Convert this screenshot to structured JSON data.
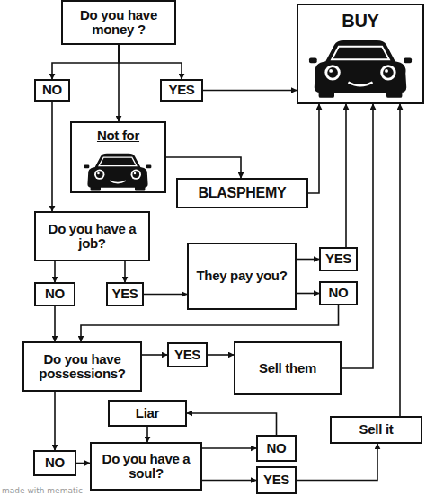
{
  "diagram": {
    "nodes": [
      {
        "text": [
          "Do you have money ?"
        ]
      },
      {
        "text": [
          "BUY"
        ]
      },
      {
        "text": [
          "NO"
        ]
      },
      {
        "text": [
          "YES"
        ]
      },
      {
        "text": [
          "Not for"
        ]
      },
      {
        "text": [
          "BLASPHEMY"
        ]
      },
      {
        "text": [
          "Do you have a job?"
        ]
      },
      {
        "text": [
          "NO"
        ]
      },
      {
        "text": [
          "YES"
        ]
      },
      {
        "text": [
          "They pay you?"
        ]
      },
      {
        "text": [
          "YES"
        ]
      },
      {
        "text": [
          "NO"
        ]
      },
      {
        "text": [
          "Do you have possessions?"
        ]
      },
      {
        "text": [
          "YES"
        ]
      },
      {
        "text": [
          "Sell them"
        ]
      },
      {
        "text": [
          "Liar"
        ]
      },
      {
        "text": [
          "Sell it"
        ]
      },
      {
        "text": [
          "NO"
        ]
      },
      {
        "text": [
          "Do you have a soul?"
        ]
      },
      {
        "text": [
          "NO"
        ]
      },
      {
        "text": [
          "YES"
        ]
      }
    ],
    "edges": [
      {
        "from": 0,
        "to": 2,
        "arrow": "to"
      },
      {
        "from": 0,
        "to": 3,
        "arrow": "to"
      },
      {
        "from": 0,
        "to": 4,
        "arrow": "to"
      },
      {
        "from": 3,
        "to": 1,
        "arrow": "to"
      },
      {
        "from": 4,
        "to": 5,
        "arrow": "to"
      },
      {
        "from": 5,
        "to": 1,
        "arrow": "to"
      },
      {
        "from": 2,
        "to": 6,
        "arrow": "to"
      },
      {
        "from": 6,
        "to": 7,
        "arrow": "to"
      },
      {
        "from": 6,
        "to": 8,
        "arrow": "to"
      },
      {
        "from": 8,
        "to": 9,
        "arrow": "to"
      },
      {
        "from": 9,
        "to": 10,
        "arrow": "to"
      },
      {
        "from": 9,
        "to": 11,
        "arrow": "to"
      },
      {
        "from": 10,
        "to": 1,
        "arrow": "to"
      },
      {
        "from": 7,
        "to": 12,
        "arrow": "to"
      },
      {
        "from": 11,
        "to": 12,
        "arrow": "to"
      },
      {
        "from": 12,
        "to": 13,
        "arrow": "to"
      },
      {
        "from": 13,
        "to": 14,
        "arrow": "to"
      },
      {
        "from": 14,
        "to": 1,
        "arrow": "to"
      },
      {
        "from": 12,
        "to": 17,
        "arrow": "to"
      },
      {
        "from": 17,
        "to": 18,
        "arrow": "to"
      },
      {
        "from": 18,
        "to": 19,
        "arrow": "to"
      },
      {
        "from": 18,
        "to": 20,
        "arrow": "to"
      },
      {
        "from": 19,
        "to": 15,
        "arrow": "to"
      },
      {
        "from": 15,
        "to": 18,
        "arrow": "to"
      },
      {
        "from": 20,
        "to": 16,
        "arrow": "to"
      },
      {
        "from": 16,
        "to": 1,
        "arrow": "to"
      }
    ],
    "labels": [
      "made with mematic"
    ]
  }
}
